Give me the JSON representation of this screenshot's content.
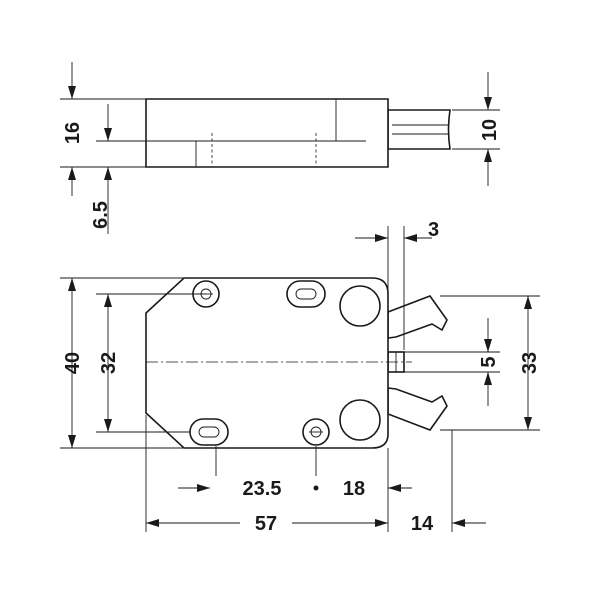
{
  "dimensions": {
    "top_view_height": "16",
    "top_view_offset": "6.5",
    "cable_thickness": "10",
    "pin_offset": "3",
    "body_width": "40",
    "hole_spacing": "32",
    "slot_width": "5",
    "jaw_span": "33",
    "hole_left_distance": "23.5",
    "hole_right_distance": "18",
    "body_length": "57",
    "jaw_length": "14"
  }
}
